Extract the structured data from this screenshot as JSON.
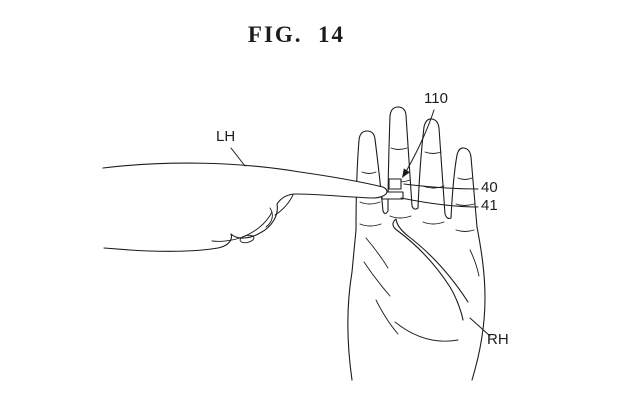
{
  "figure": {
    "title": "FIG.  14"
  },
  "annotations": {
    "lh": {
      "text": "LH"
    },
    "ref110": {
      "text": "110"
    },
    "ref40": {
      "text": "40"
    },
    "ref41": {
      "text": "41"
    },
    "rh": {
      "text": "RH"
    }
  },
  "drawing": {
    "description": "left hand index finger pointing at small wearable device (110/40/41) worn on index finger of upright right hand",
    "ink_color": "#1c1c1c",
    "background": "#ffffff"
  }
}
